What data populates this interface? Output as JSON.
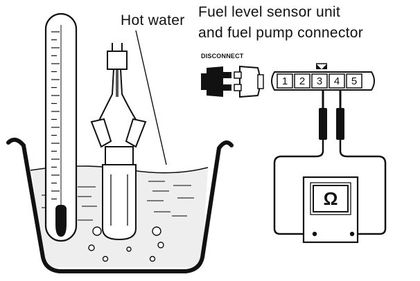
{
  "labels": {
    "hot_water": "Hot water",
    "sensor_line1": "Fuel level sensor unit",
    "sensor_line2": "and fuel pump connector",
    "disconnect": "DISCONNECT"
  },
  "connector": {
    "pins": [
      "1",
      "2",
      "3",
      "4",
      "5"
    ],
    "probed_pins": [
      "3",
      "4"
    ]
  },
  "meter": {
    "symbol": "Ω",
    "name": "ohmmeter"
  },
  "icons": [
    "thermometer-icon",
    "disconnect-connector-icon",
    "ohmmeter-icon"
  ]
}
